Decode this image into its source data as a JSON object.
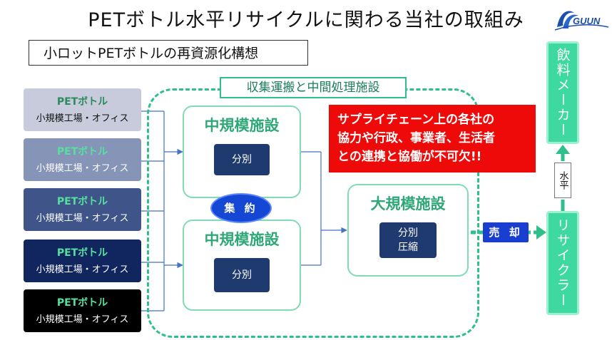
{
  "title": "PETボトル水平リサイクルに関わる当社の取組み",
  "logo_text": "GUUN",
  "concept_label": "小ロットPETボトルの再資源化構想",
  "sources": [
    {
      "line1": "PETボトル",
      "line2": "小規模工場・オフィス",
      "bg": "#c7cbdb",
      "line1_color": "#2b8b5c",
      "line2_color": "#111111"
    },
    {
      "line1": "PETボトル",
      "line2": "小規模工場・オフィス",
      "bg": "#8694b8",
      "line1_color": "#56e0a0",
      "line2_color": "#ffffff"
    },
    {
      "line1": "PETボトル",
      "line2": "小規模工場・オフィス",
      "bg": "#3f5488",
      "line1_color": "#56e0a0",
      "line2_color": "#ffffff"
    },
    {
      "line1": "PETボトル",
      "line2": "小規模工場・オフィス",
      "bg": "#11265e",
      "line1_color": "#56e0a0",
      "line2_color": "#ffffff"
    },
    {
      "line1": "PETボトル",
      "line2": "小規模工場・オフィス",
      "bg": "#000000",
      "line1_color": "#56e0a0",
      "line2_color": "#ffffff"
    }
  ],
  "collect_label": "収集運搬と中間処理施設",
  "mid_facilities": [
    {
      "title": "中規模施設",
      "action": "分別"
    },
    {
      "title": "中規模施設",
      "action": "分別"
    }
  ],
  "consolidate_label": "集 約",
  "large_facility": {
    "title": "大規模施設",
    "action_line1": "分別",
    "action_line2": "圧縮"
  },
  "note_lines": [
    "サプライチェーン上の各社の",
    "協力や行政、事業者、生活者",
    "との連携と協働が不可欠!!"
  ],
  "sell_label": "売 却",
  "beverage_maker": "飲料メーカー",
  "horizontal_label": "水平",
  "recycler": "リサイクラー",
  "colors": {
    "green_accent": "#2fbf8a",
    "navy": "#1f3a6e",
    "note_red": "#ef0a0a",
    "sell_blue": "#1a3fd0"
  }
}
